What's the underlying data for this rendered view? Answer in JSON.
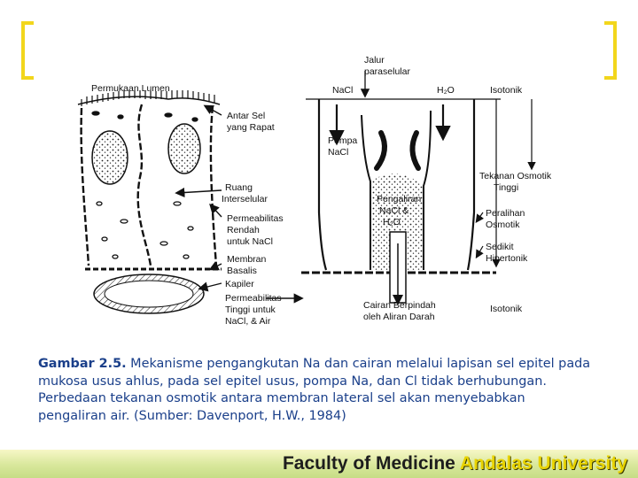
{
  "diagram": {
    "labels": {
      "permukaan_lumen": "Permukaan Lumen",
      "jalur_1": "Jalur",
      "jalur_2": "paraselular",
      "nacl": "NaCl",
      "h2o": "H₂O",
      "isotonik_top": "Isotonik",
      "antar_sel_1": "Antar Sel",
      "antar_sel_2": "yang Rapat",
      "pompa_1": "Pompa",
      "pompa_2": "NaCl",
      "tekanan_1": "Tekanan Osmotik",
      "tekanan_2": "Tinggi",
      "ruang_1": "Ruang",
      "ruang_2": "Interselular",
      "pengaliran_1": "Pengaliran",
      "pengaliran_2": "NaCl &",
      "pengaliran_3": "H₂O",
      "perm_rendah_1": "Permeabilitas",
      "perm_rendah_2": "Rendah",
      "perm_rendah_3": "untuk NaCl",
      "peralihan_1": "Peralihan",
      "peralihan_2": "Osmotik",
      "sedikit_1": "Sedikit",
      "sedikit_2": "Hipertonik",
      "membran_1": "Membran",
      "membran_2": "Basalis",
      "kapiler": "Kapiler",
      "perm_tinggi_1": "Permeabilitas",
      "perm_tinggi_2": "Tinggi untuk",
      "perm_tinggi_3": "NaCl, & Air",
      "cairan_1": "Cairan Berpindah",
      "cairan_2": "oleh Aliran Darah",
      "isotonik_bottom": "Isotonik"
    }
  },
  "caption": {
    "label": "Gambar 2.5.",
    "text": " Mekanisme pengangkutan Na dan cairan melalui lapisan sel epitel pada mukosa usus ahlus, pada sel epitel usus, pompa Na, dan Cl tidak berhubungan. Perbedaan tekanan osmotik antara membran lateral sel akan menyebabkan pengaliran air. (Sumber: Davenport, H.W., 1984)"
  },
  "footer": {
    "faculty": "Faculty of Medicine",
    "university": "Andalas University"
  },
  "colors": {
    "accent_bracket": "#f2d61c",
    "caption_text": "#1a3f8a",
    "footer_university": "#e8d300"
  }
}
